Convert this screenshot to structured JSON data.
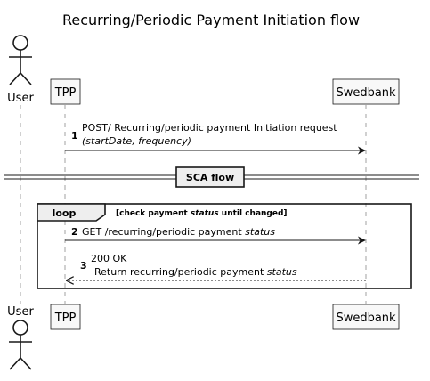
{
  "title": "Recurring/Periodic Payment Initiation flow",
  "participants": {
    "user": "User",
    "tpp": "TPP",
    "bank": "Swedbank"
  },
  "messages": [
    {
      "number": "1",
      "line1": "POST/ Recurring/periodic payment Initiation request",
      "line2": "(startDate, frequency)"
    },
    {
      "number": "2",
      "text": "GET /recurring/periodic payment ",
      "text_em": "status"
    },
    {
      "number": "3",
      "line1": "200 OK",
      "line2": "Return recurring/periodic payment ",
      "line2_em": "status"
    }
  ],
  "divider": {
    "label": "SCA flow"
  },
  "loop": {
    "label": "loop",
    "condition_pre": "[check payment ",
    "condition_em": "status",
    "condition_post": " until changed]"
  },
  "colors": {
    "line": "#181818",
    "lifeline": "#a0a0a0",
    "box_fill": "#f8f8f8"
  }
}
